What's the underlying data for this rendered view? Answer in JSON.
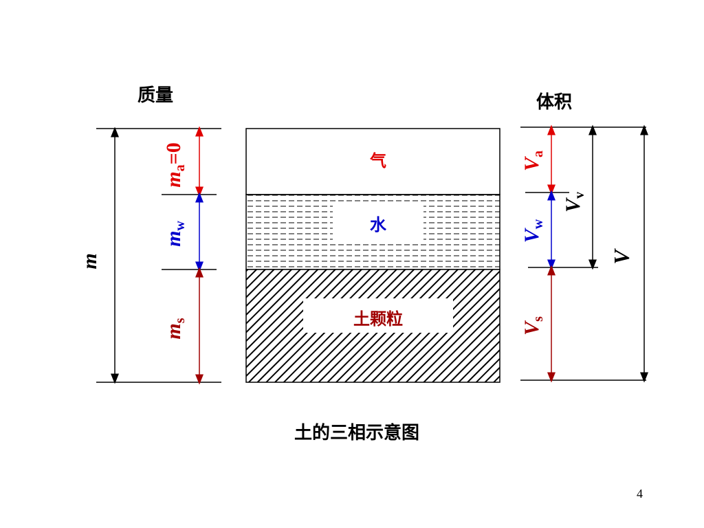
{
  "headings": {
    "mass": "质量",
    "volume": "体积"
  },
  "caption": "土的三相示意图",
  "page_number": "4",
  "phases": {
    "air": "气",
    "water": "水",
    "solid": "土颗粒"
  },
  "mass_labels": {
    "total": "m",
    "air_main": "m",
    "air_sub": "a",
    "air_value": "=0",
    "water_main": "m",
    "water_sub": "w",
    "solid_main": "m",
    "solid_sub": "s"
  },
  "volume_labels": {
    "air_main": "V",
    "air_sub": "a",
    "water_main": "V",
    "water_sub": "w",
    "void_main": "V",
    "void_sub": "v",
    "solid_main": "V",
    "solid_sub": "s",
    "total": "V"
  },
  "colors": {
    "air": "#e00000",
    "water": "#0000cc",
    "solid": "#a00000",
    "black": "#000000"
  }
}
